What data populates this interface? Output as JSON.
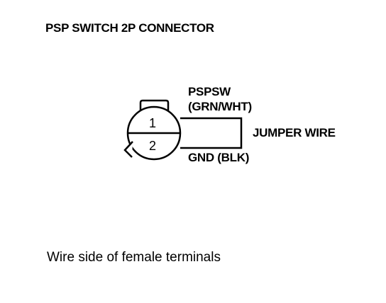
{
  "title": "PSP SWITCH 2P CONNECTOR",
  "connector": {
    "pins": [
      {
        "number": "1",
        "signal": "PSPSW",
        "wire_color": "(GRN/WHT)"
      },
      {
        "number": "2",
        "signal": "GND (BLK)"
      }
    ]
  },
  "jumper_label": "JUMPER WIRE",
  "caption": "Wire side of female terminals"
}
